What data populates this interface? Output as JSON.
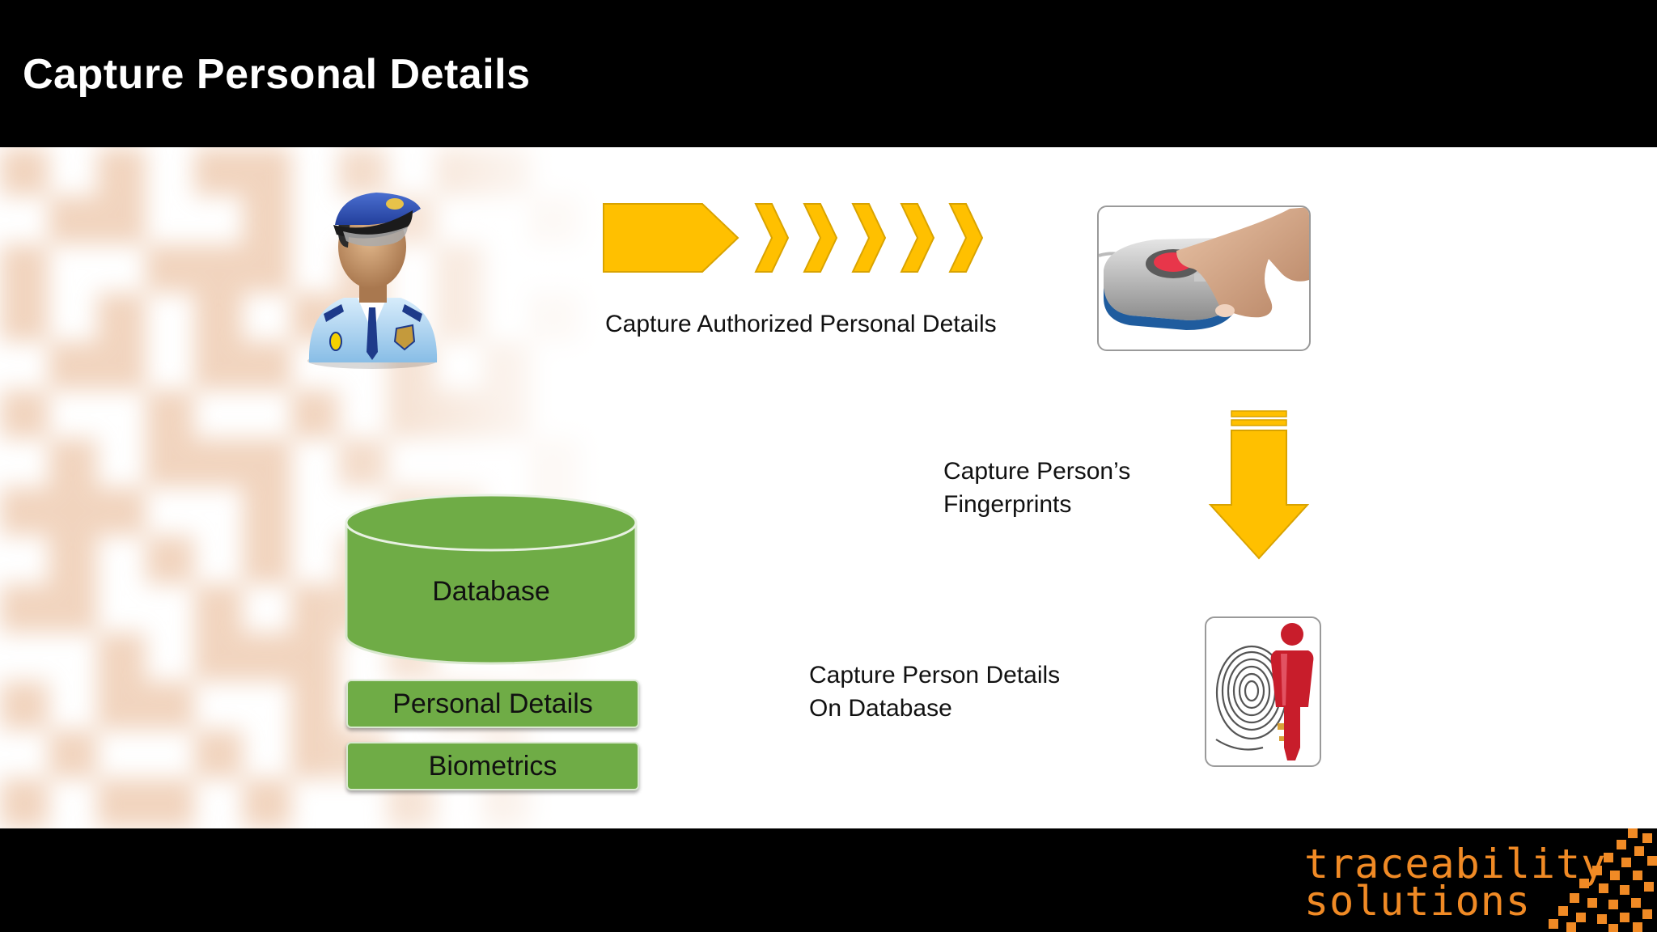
{
  "slide": {
    "title": "Capture Personal Details"
  },
  "steps": {
    "capture_authorized": "Capture Authorized Personal Details",
    "capture_fingerprints_line1": "Capture Person’s",
    "capture_fingerprints_line2": "Fingerprints",
    "capture_database_line1": "Capture Person Details",
    "capture_database_line2": "On Database"
  },
  "database": {
    "label": "Database",
    "records": [
      "Personal Details",
      "Biometrics"
    ]
  },
  "logo": {
    "line1": "traceability",
    "line2": "solutions"
  },
  "colors": {
    "header_bg": "#000000",
    "arrow_yellow": "#ffc000",
    "db_green": "#6fac46",
    "brand_orange": "#f08a25",
    "pattern_tan": "#e8b894"
  },
  "icons": [
    "security-guard-icon",
    "fingerprint-scanner-icon",
    "fingerprint-key-icon",
    "down-arrow-icon",
    "chevron-arrow-icon"
  ]
}
